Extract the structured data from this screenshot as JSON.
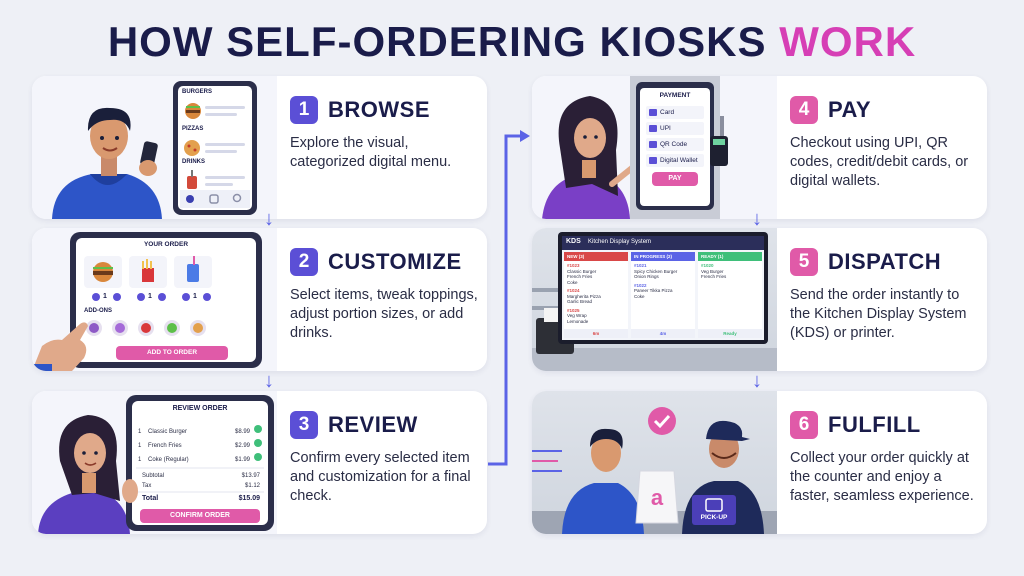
{
  "title": {
    "main": "HOW SELF-ORDERING KIOSKS ",
    "accent": "WORK"
  },
  "colors": {
    "purple": "#5b4fd6",
    "pink": "#e05aa8",
    "navy": "#1a1c4a",
    "arrow": "#5b63e6",
    "green": "#3fbf7a"
  },
  "steps": [
    {
      "num": "1",
      "title": "BROWSE",
      "desc": "Explore the visual, categorized digital menu."
    },
    {
      "num": "2",
      "title": "CUSTOMIZE",
      "desc": "Select items, tweak toppings, adjust portion sizes, or add drinks."
    },
    {
      "num": "3",
      "title": "REVIEW",
      "desc": "Confirm every selected item and customization for a final check."
    },
    {
      "num": "4",
      "title": "PAY",
      "desc": "Checkout using UPI, QR codes, credit/debit cards, or digital wallets."
    },
    {
      "num": "5",
      "title": "DISPATCH",
      "desc": "Send the order instantly to the Kitchen Display System (KDS) or printer."
    },
    {
      "num": "6",
      "title": "FULFILL",
      "desc": "Collect your order quickly at the counter and enjoy a faster, seamless experience."
    }
  ],
  "browse_menu": [
    "BURGERS",
    "PIZZAS",
    "DRINKS"
  ],
  "customize": {
    "header": "YOUR ORDER",
    "qty": [
      "1",
      "1",
      "1"
    ],
    "addons": "ADD-ONS",
    "button": "ADD TO ORDER"
  },
  "review": {
    "header": "REVIEW ORDER",
    "items": [
      {
        "qty": "1",
        "name": "Classic Burger",
        "price": "$8.99"
      },
      {
        "qty": "1",
        "name": "French Fries",
        "price": "$2.99"
      },
      {
        "qty": "1",
        "name": "Coke (Regular)",
        "price": "$1.99"
      }
    ],
    "subtotal_label": "Subtotal",
    "subtotal": "$13.97",
    "tax_label": "Tax",
    "tax": "$1.12",
    "total_label": "Total",
    "total": "$15.09",
    "button": "CONFIRM ORDER"
  },
  "payment": {
    "header": "PAYMENT",
    "options": [
      "Card",
      "UPI",
      "QR Code",
      "Digital Wallet"
    ],
    "button": "PAY"
  },
  "kds": {
    "brand": "KDS",
    "title": "Kitchen Display System",
    "columns": [
      {
        "label": "NEW (3)",
        "color": "#d94848",
        "orders": [
          {
            "id": "#1023",
            "lines": [
              "Classic Burger",
              "French Fries",
              "Coke"
            ]
          },
          {
            "id": "#1024",
            "lines": [
              "Margherita Pizza",
              "Garlic Bread"
            ]
          },
          {
            "id": "#1025",
            "lines": [
              "Veg Wrap",
              "Lemonade"
            ]
          }
        ],
        "footer": "6m"
      },
      {
        "label": "IN PROGRESS (2)",
        "color": "#5b63e6",
        "orders": [
          {
            "id": "#1021",
            "lines": [
              "Spicy Chicken Burger",
              "Onion Rings"
            ]
          },
          {
            "id": "#1022",
            "lines": [
              "Paneer Tikka Pizza",
              "Coke"
            ]
          }
        ],
        "footer": "4m"
      },
      {
        "label": "READY (1)",
        "color": "#3fbf7a",
        "orders": [
          {
            "id": "#1020",
            "lines": [
              "Veg Burger",
              "French Fries"
            ]
          }
        ],
        "footer": "Ready"
      }
    ]
  },
  "fulfill": {
    "sign": "PICK-UP"
  }
}
